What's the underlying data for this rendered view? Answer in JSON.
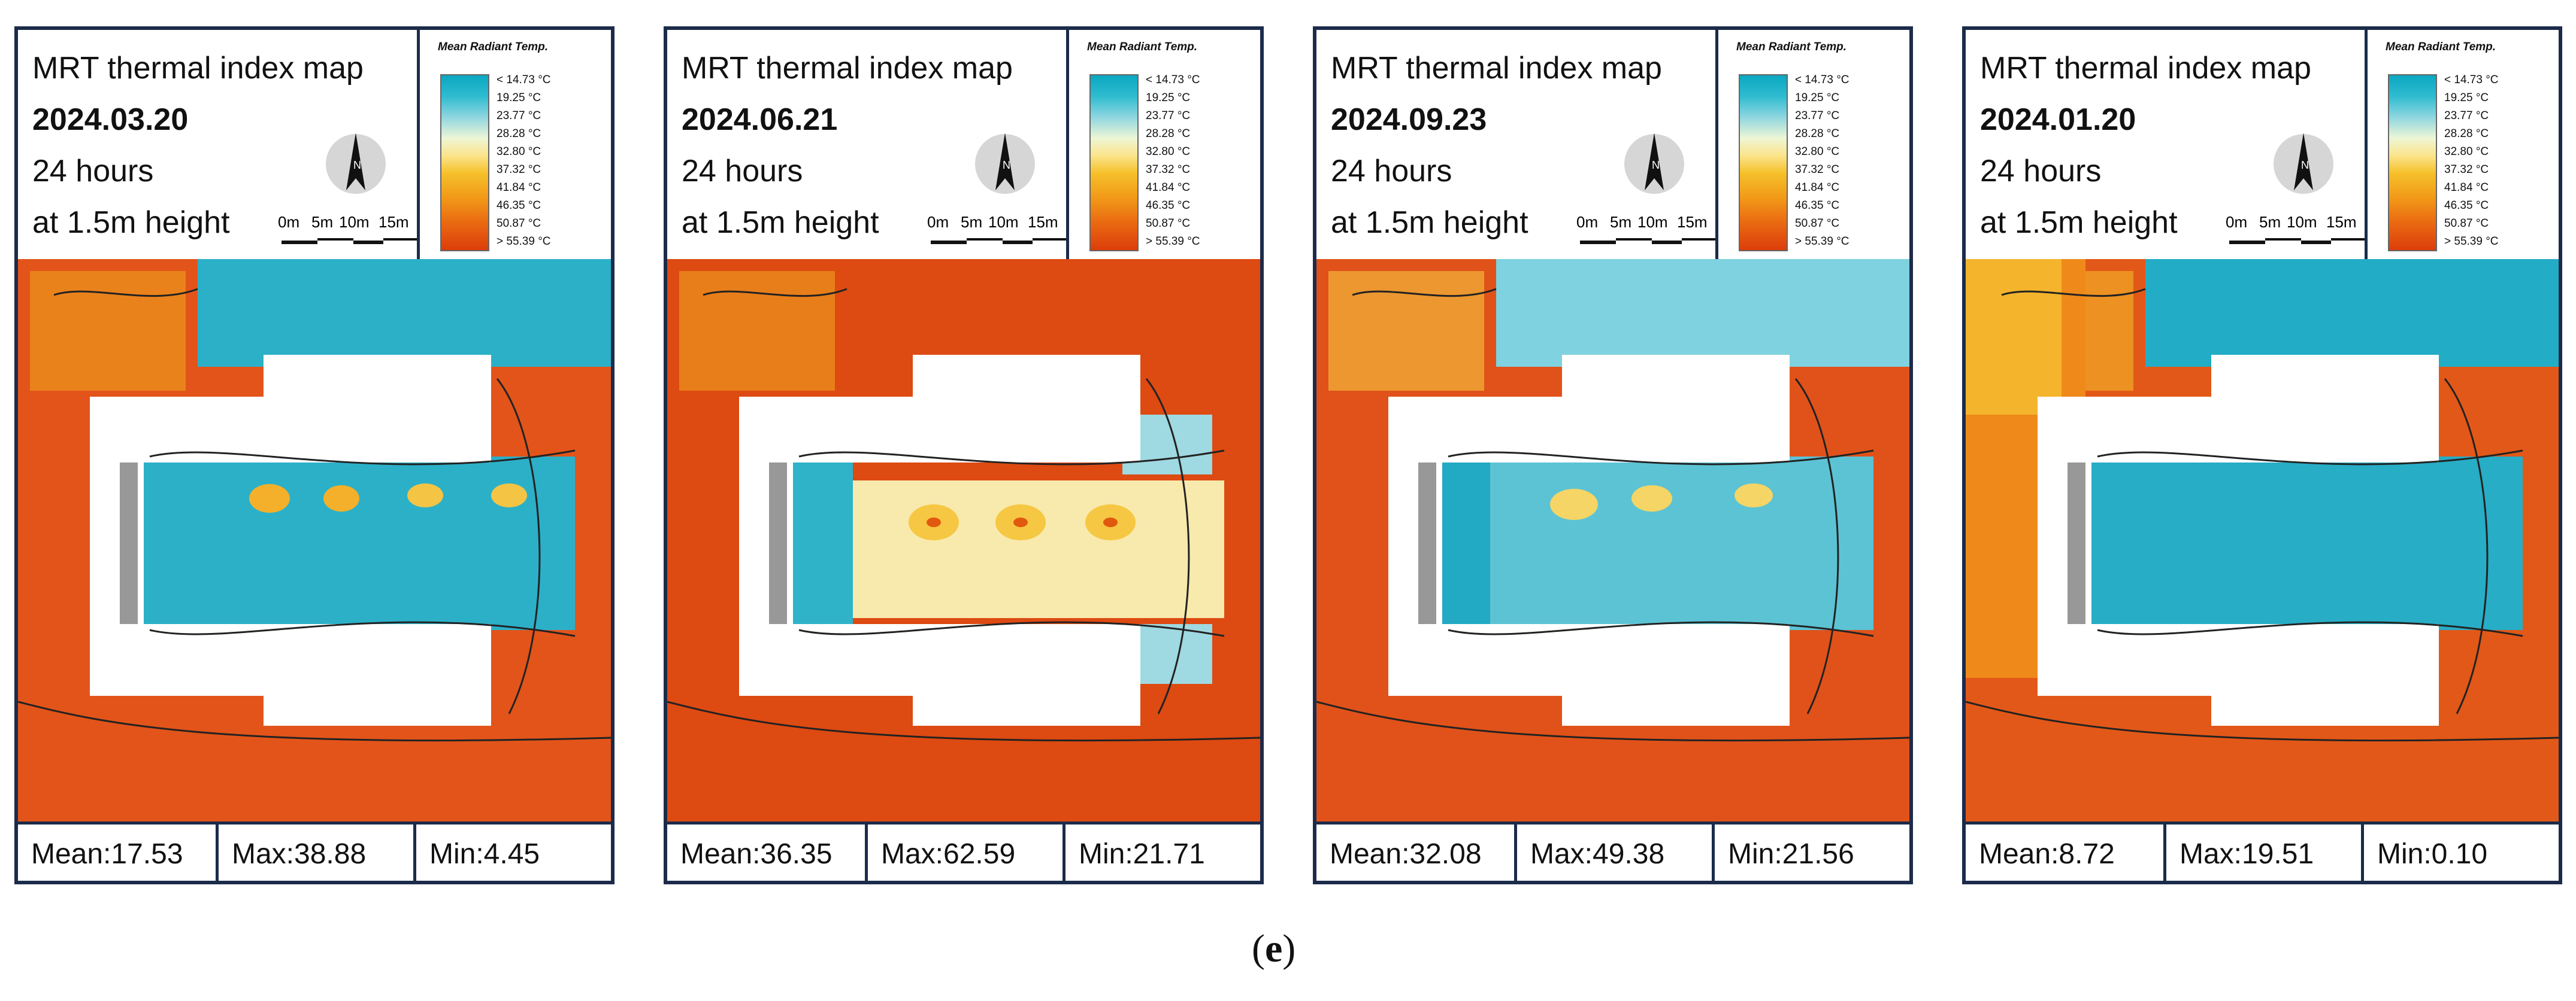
{
  "panels": [
    {
      "title": "MRT thermal index map",
      "date": "2024.03.20",
      "duration": "24 hours",
      "height": "at 1.5m height",
      "mean": "Mean:17.53",
      "max": "Max:38.88",
      "min": "Min:4.45",
      "field": "cool",
      "colors": {
        "outer": "#e2541a",
        "field": "#2cb0c8",
        "accent": "#f0a21e"
      }
    },
    {
      "title": "MRT thermal index map",
      "date": "2024.06.21",
      "duration": "24 hours",
      "height": "at 1.5m height",
      "mean": "Mean:36.35",
      "max": "Max:62.59",
      "min": "Min:21.71",
      "field": "hot",
      "colors": {
        "outer": "#dd4a12",
        "field": "#f6e6a8",
        "accent": "#f0a21e"
      }
    },
    {
      "title": "MRT thermal index map",
      "date": "2024.09.23",
      "duration": "24 hours",
      "height": "at 1.5m height",
      "mean": "Mean:32.08",
      "max": "Max:49.38",
      "min": "Min:21.56",
      "field": "mixed",
      "colors": {
        "outer": "#e0521a",
        "field": "#7fd2df",
        "accent": "#f3c640"
      }
    },
    {
      "title": "MRT thermal index map",
      "date": "2024.01.20",
      "duration": "24 hours",
      "height": "at 1.5m height",
      "mean": "Mean:8.72",
      "max": "Max:19.51",
      "min": "Min:0.10",
      "field": "cold",
      "colors": {
        "outer": "#e25818",
        "field": "#23acc6",
        "accent": "#f4b82a"
      }
    }
  ],
  "legend": {
    "title": "Mean Radiant Temp.",
    "labels": [
      "< 14.73 °C",
      "19.25  °C",
      "23.77  °C",
      "28.28  °C",
      "32.80  °C",
      "37.32  °C",
      "41.84  °C",
      "46.35  °C",
      "50.87  °C",
      "> 55.39 °C"
    ]
  },
  "scale": {
    "labels": [
      "0m",
      "5m",
      "10m",
      "15m"
    ]
  },
  "north_label": "N",
  "caption": {
    "open": "(",
    "letter": "e",
    "close": ")"
  }
}
